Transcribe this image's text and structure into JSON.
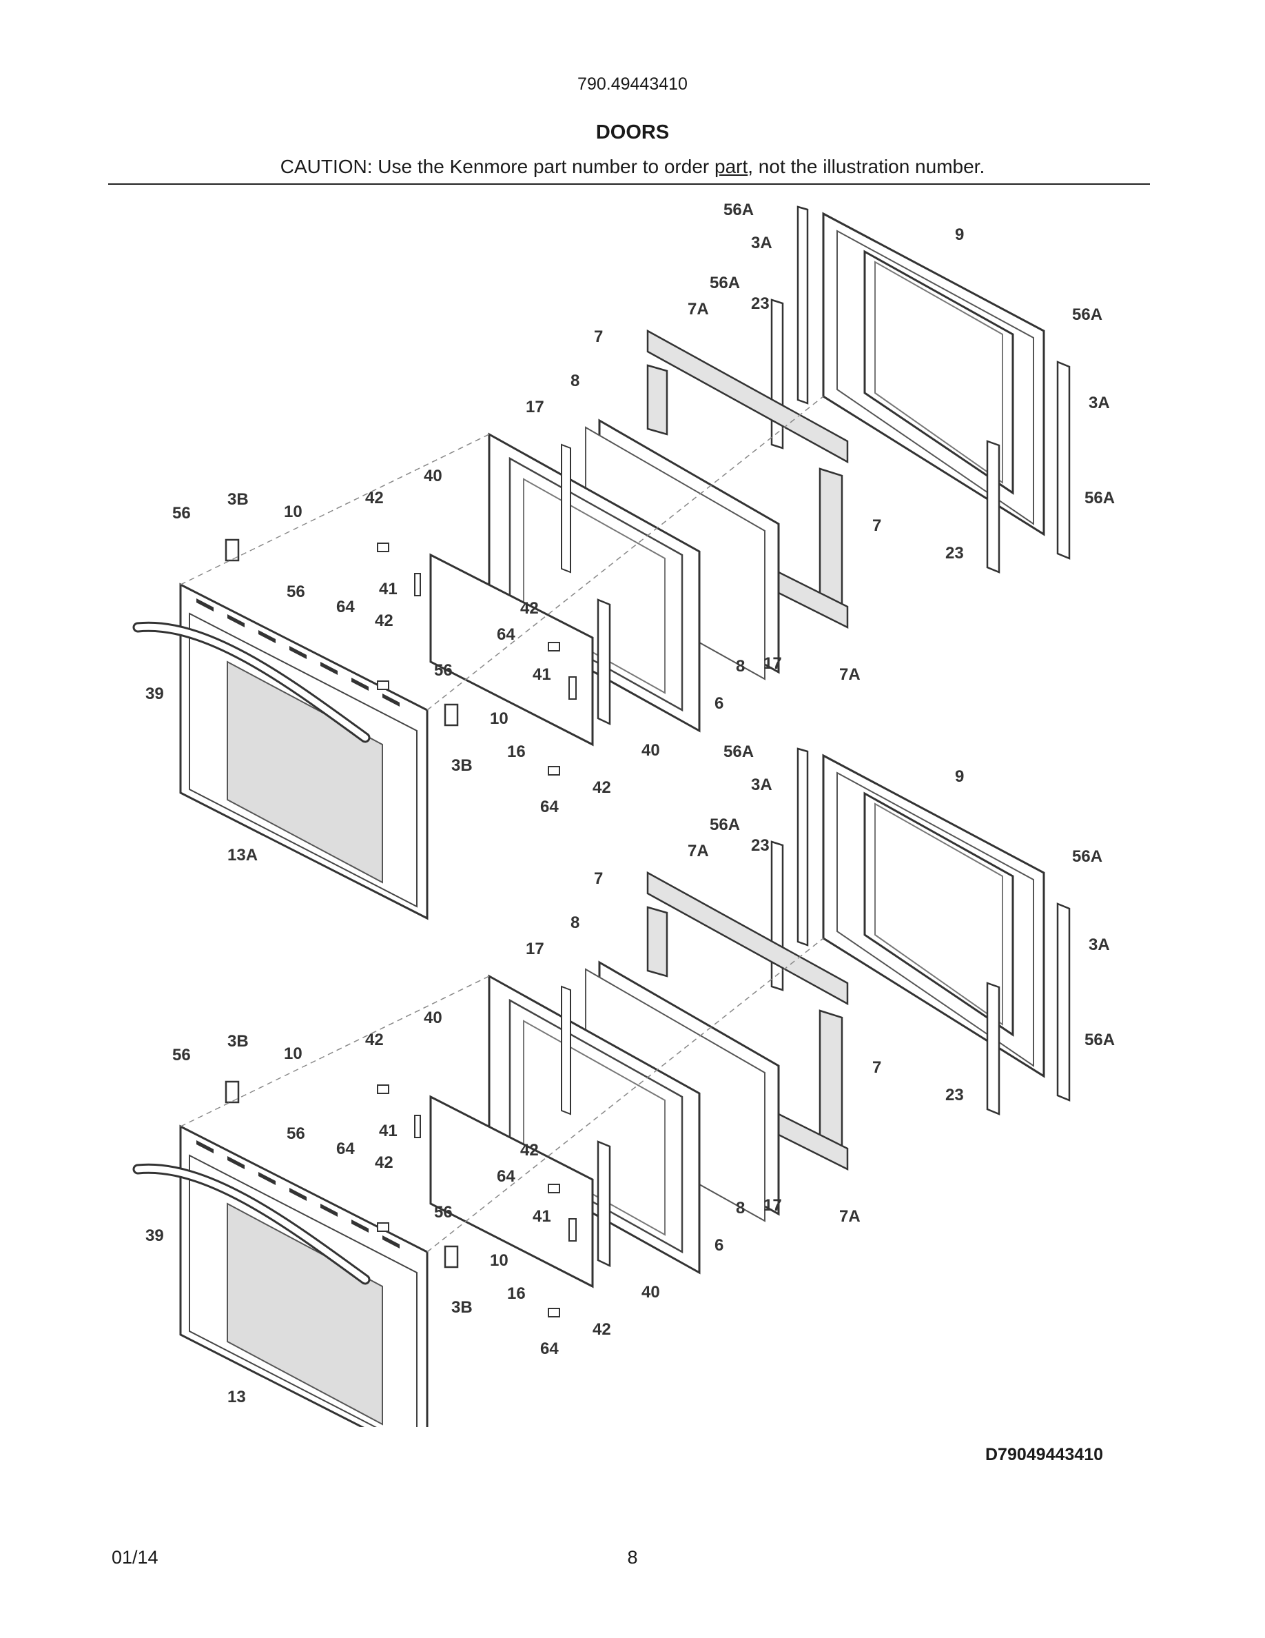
{
  "header": {
    "model_number": "790.49443410",
    "title": "DOORS",
    "caution_pre": "CAUTION: Use the Kenmore part number to order ",
    "caution_link": "part",
    "caution_post": ", not the illustration number."
  },
  "diagram": {
    "upper_door": {
      "callouts": [
        "56A",
        "3A",
        "9",
        "56A",
        "7A",
        "23",
        "7",
        "56A",
        "3A",
        "8",
        "17",
        "56A",
        "40",
        "7",
        "23",
        "42",
        "3B",
        "56",
        "10",
        "41",
        "56",
        "64",
        "42",
        "42",
        "64",
        "7A",
        "56",
        "41",
        "8",
        "17",
        "39",
        "10",
        "6",
        "16",
        "40",
        "3B",
        "42",
        "64",
        "13A"
      ]
    },
    "lower_door": {
      "callouts": [
        "56A",
        "3A",
        "9",
        "56A",
        "23",
        "7A",
        "7",
        "56A",
        "3A",
        "8",
        "17",
        "40",
        "7",
        "56A",
        "23",
        "42",
        "3B",
        "56",
        "10",
        "41",
        "56",
        "64",
        "42",
        "42",
        "64",
        "7A",
        "56",
        "41",
        "8",
        "17",
        "39",
        "10",
        "6",
        "16",
        "40",
        "3B",
        "42",
        "64",
        "13"
      ]
    }
  },
  "footer": {
    "drawing_number": "D79049443410",
    "date": "01/14",
    "page_number": "8"
  }
}
